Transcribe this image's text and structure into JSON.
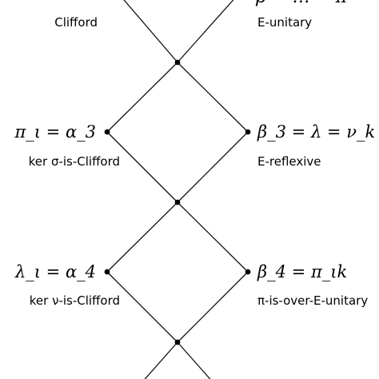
{
  "nodes": {
    "top_right_formula": "ρ = … = π",
    "top_left_caption": "Clifford",
    "top_right_caption": "E-unitary",
    "row3_left_formula": "π_ι = α_3",
    "row3_left_caption": "ker σ-is-Clifford",
    "row3_right_formula": "β_3 = λ = ν_k",
    "row3_right_caption": "E-reflexive",
    "row4_left_formula": "λ_ι = α_4",
    "row4_left_caption": "ker ν-is-Clifford",
    "row4_right_formula": "β_4 = π_ιk",
    "row4_right_caption": "π-is-over-E-unitary"
  }
}
